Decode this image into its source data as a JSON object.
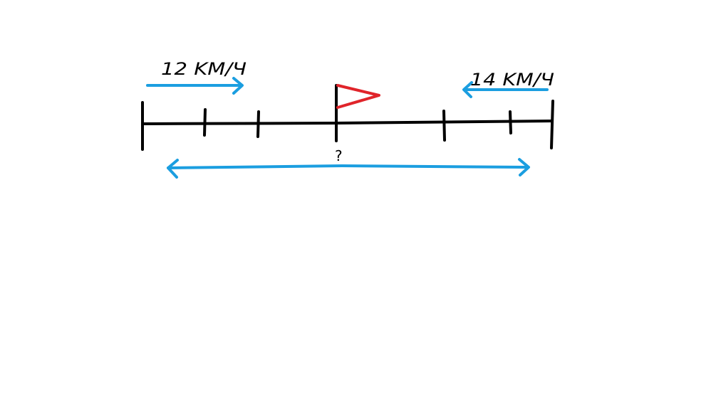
{
  "labels": {
    "left_speed": "12 KM/Ч",
    "right_speed": "14 KM/Ч",
    "unknown_distance": "?"
  },
  "colors": {
    "line": "#000000",
    "arrow": "#1b9ee0",
    "flag": "#e0242a",
    "background": "#ffffff"
  },
  "tick_count": 7
}
